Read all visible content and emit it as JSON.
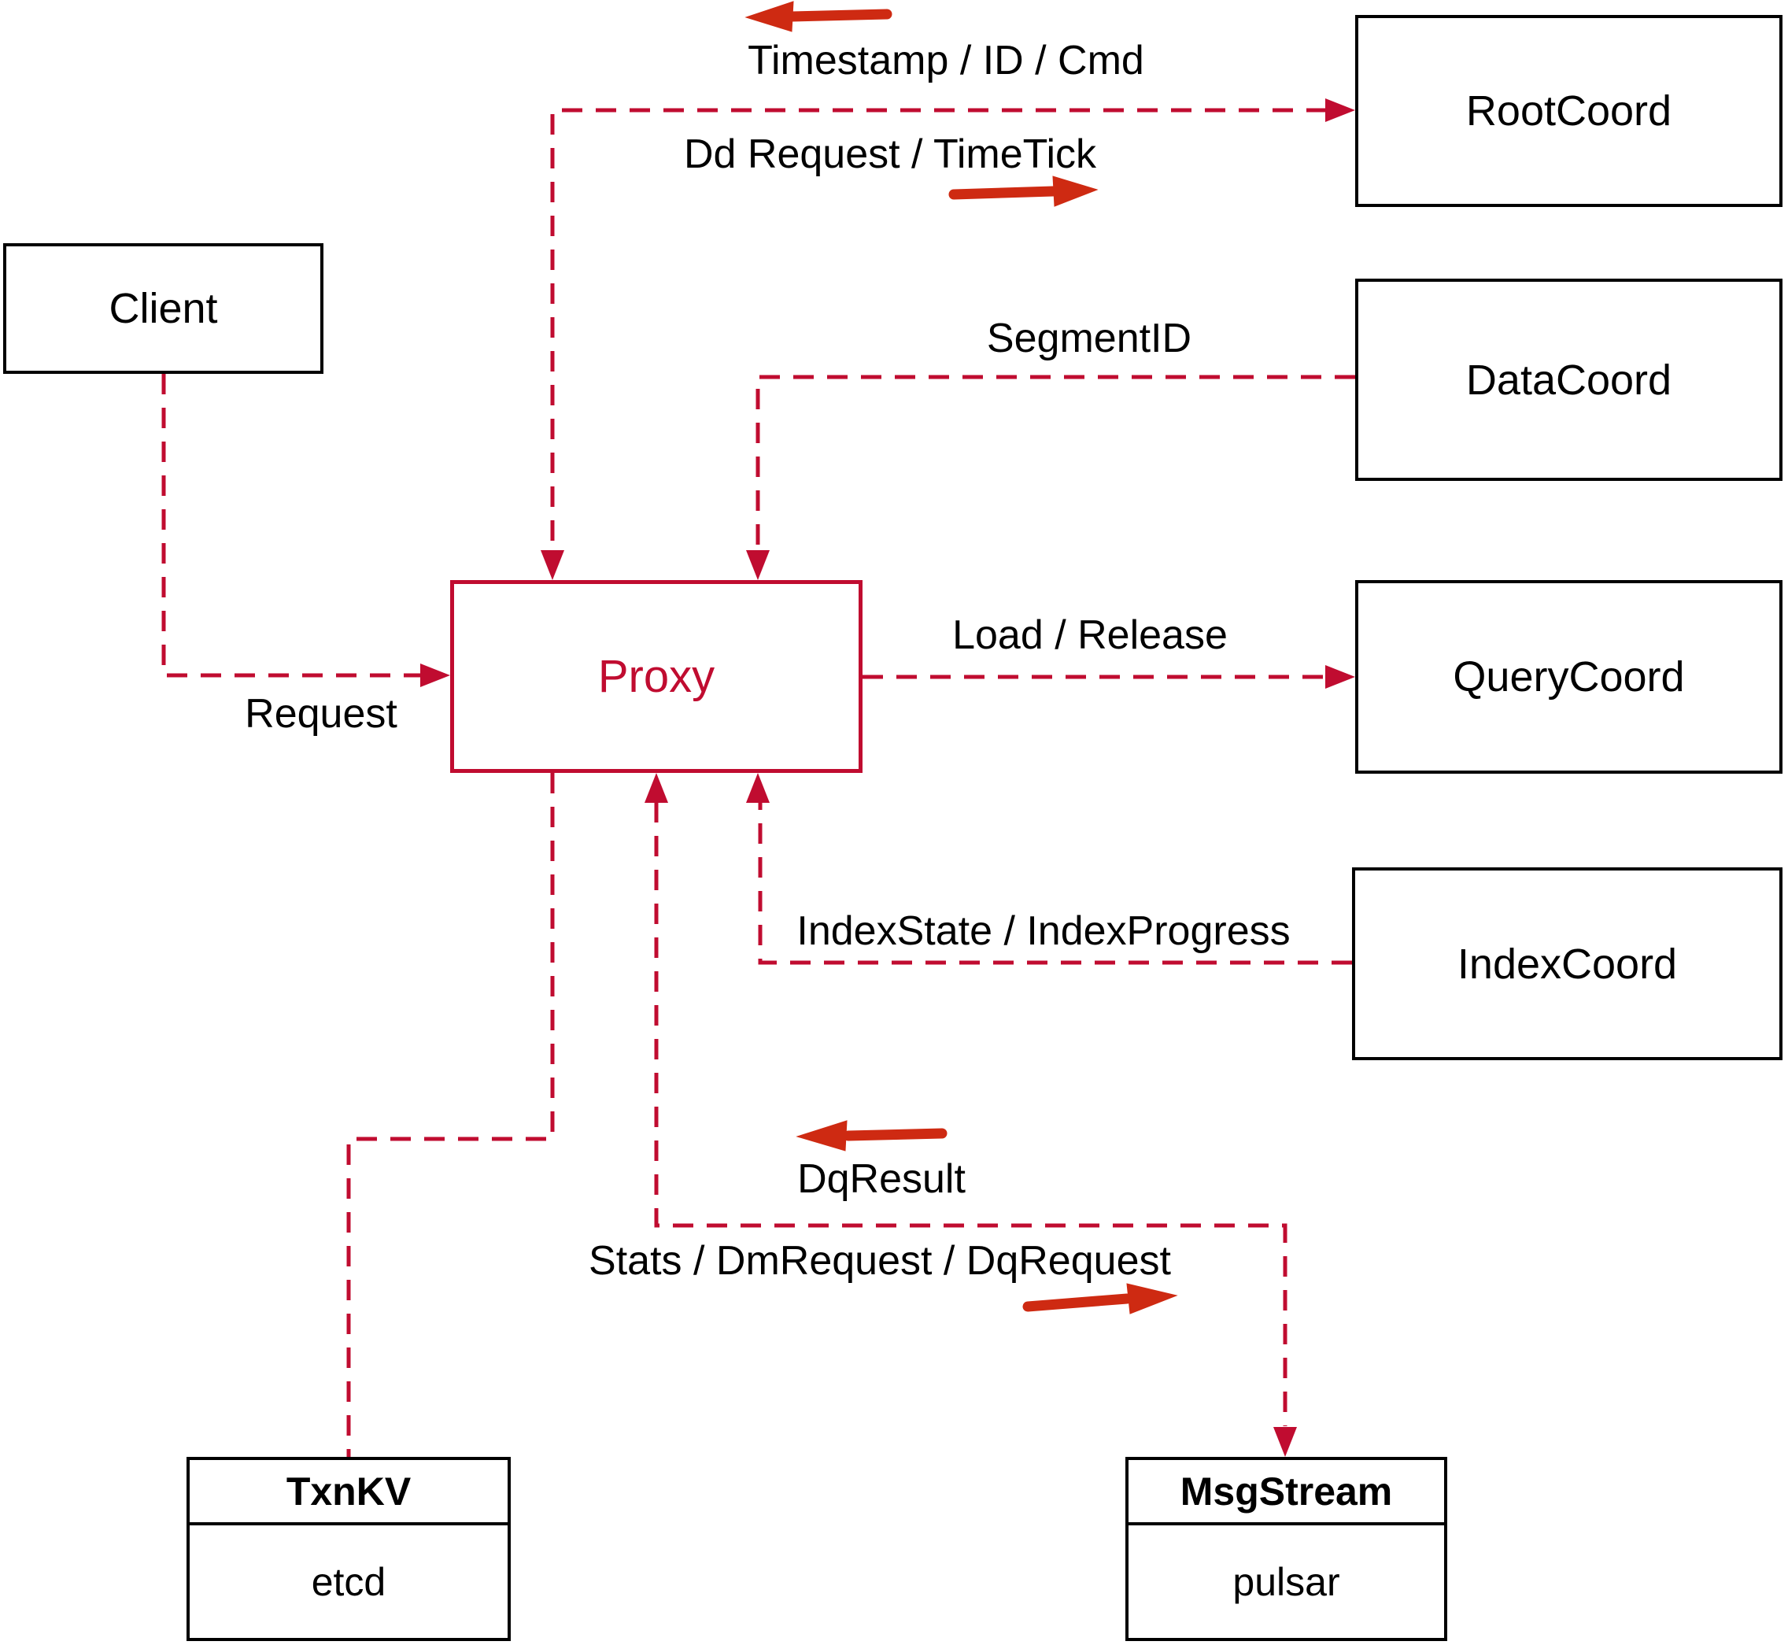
{
  "diagram": {
    "nodes": {
      "client": {
        "label": "Client"
      },
      "root_coord": {
        "label": "RootCoord"
      },
      "data_coord": {
        "label": "DataCoord"
      },
      "query_coord": {
        "label": "QueryCoord"
      },
      "index_coord": {
        "label": "IndexCoord"
      },
      "proxy": {
        "label": "Proxy"
      },
      "txn_kv": {
        "title": "TxnKV",
        "impl": "etcd"
      },
      "msg_stream": {
        "title": "MsgStream",
        "impl": "pulsar"
      }
    },
    "edge_labels": {
      "timestamp_id_cmd": "Timestamp / ID / Cmd",
      "dd_request_timetick": "Dd Request / TimeTick",
      "segment_id": "SegmentID",
      "request": "Request",
      "load_release": "Load / Release",
      "index_state": "IndexState / IndexProgress",
      "dq_result": "DqResult",
      "stats_dm_dq": "Stats / DmRequest / DqRequest"
    },
    "icons": {
      "arrow_left_icon": "←",
      "arrow_right_icon": "→",
      "arrow_up_icon": "↑",
      "arrow_down_icon": "↓"
    },
    "colors": {
      "connector": "#c00c30",
      "arrow": "#ce2a12",
      "box_border": "#000000",
      "text": "#000000"
    }
  }
}
